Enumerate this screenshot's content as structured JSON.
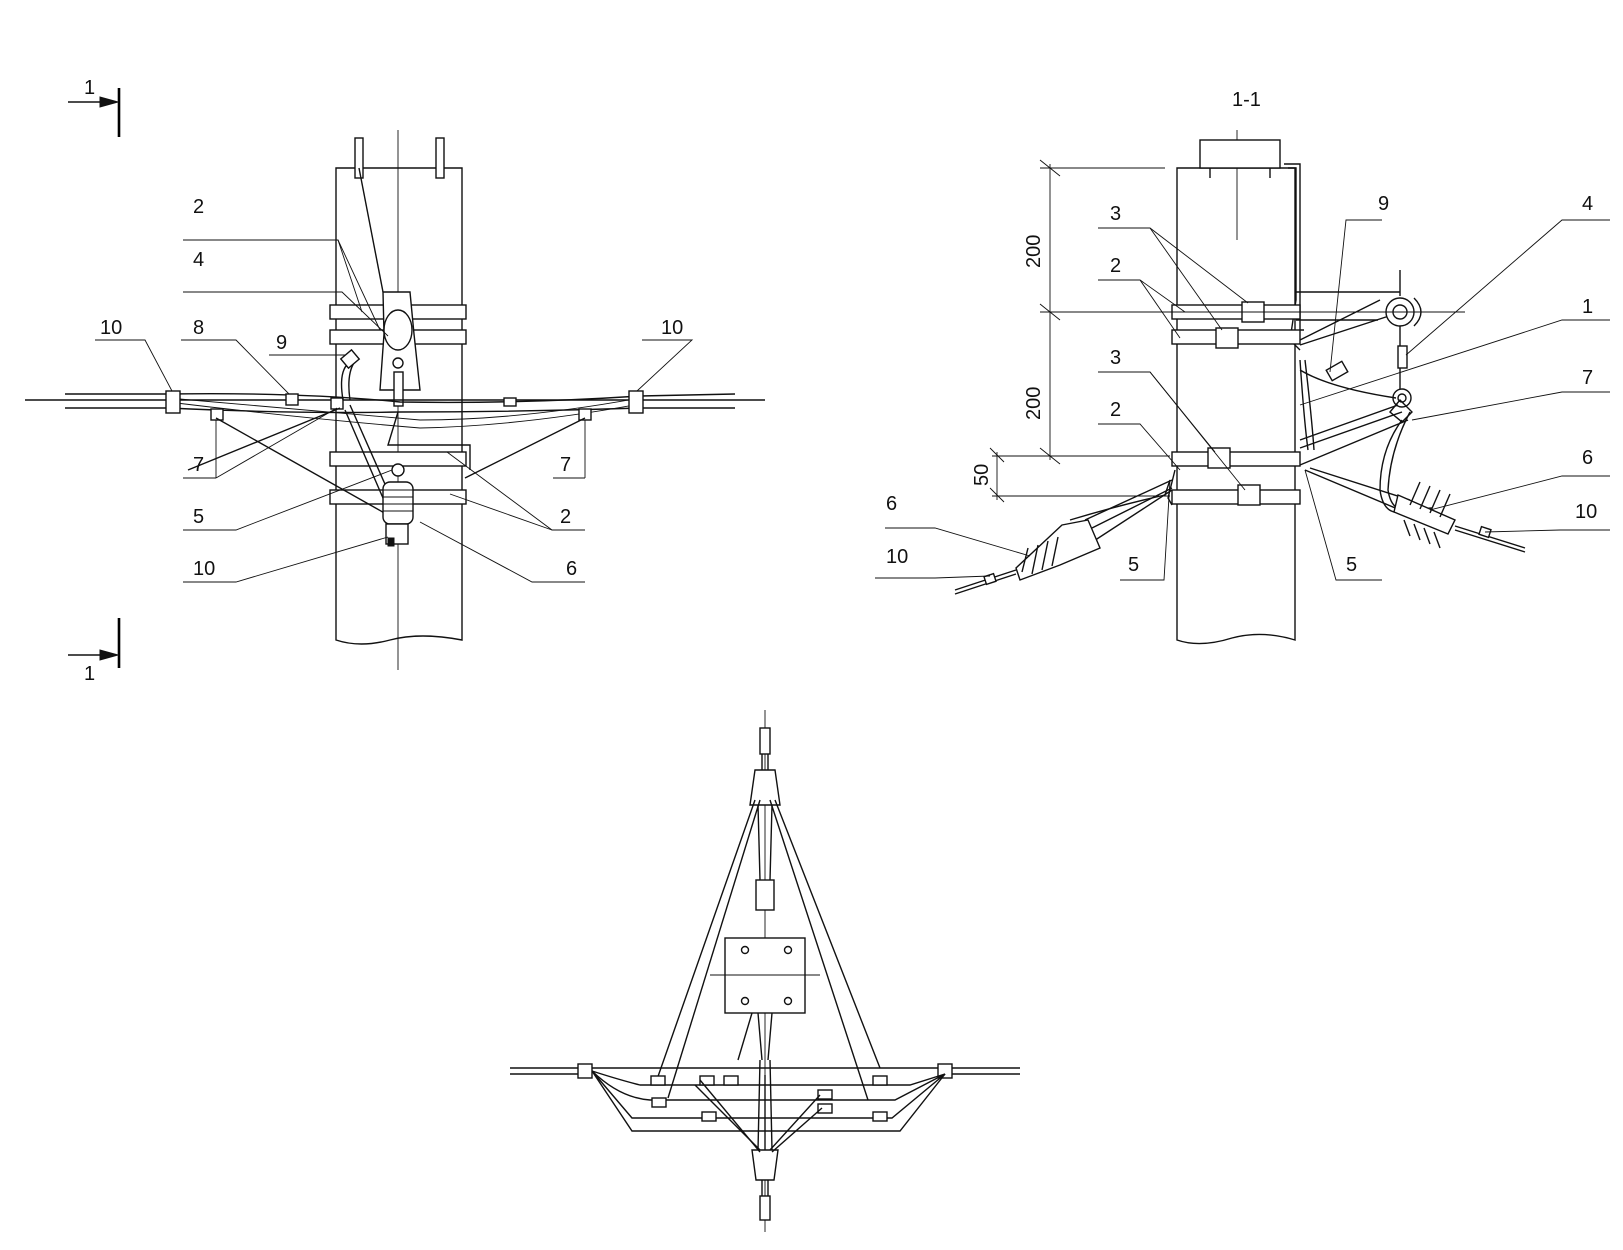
{
  "section_title": "1-1",
  "section_marks": [
    "1",
    "1"
  ],
  "front_view_labels": [
    "2",
    "4",
    "10",
    "8",
    "9",
    "10",
    "7",
    "7",
    "5",
    "2",
    "10",
    "6"
  ],
  "side_view_labels": [
    "3",
    "2",
    "9",
    "4",
    "1",
    "3",
    "2",
    "7",
    "6",
    "10",
    "6",
    "10",
    "5",
    "5"
  ],
  "dimensions": [
    "200",
    "200",
    "50"
  ]
}
